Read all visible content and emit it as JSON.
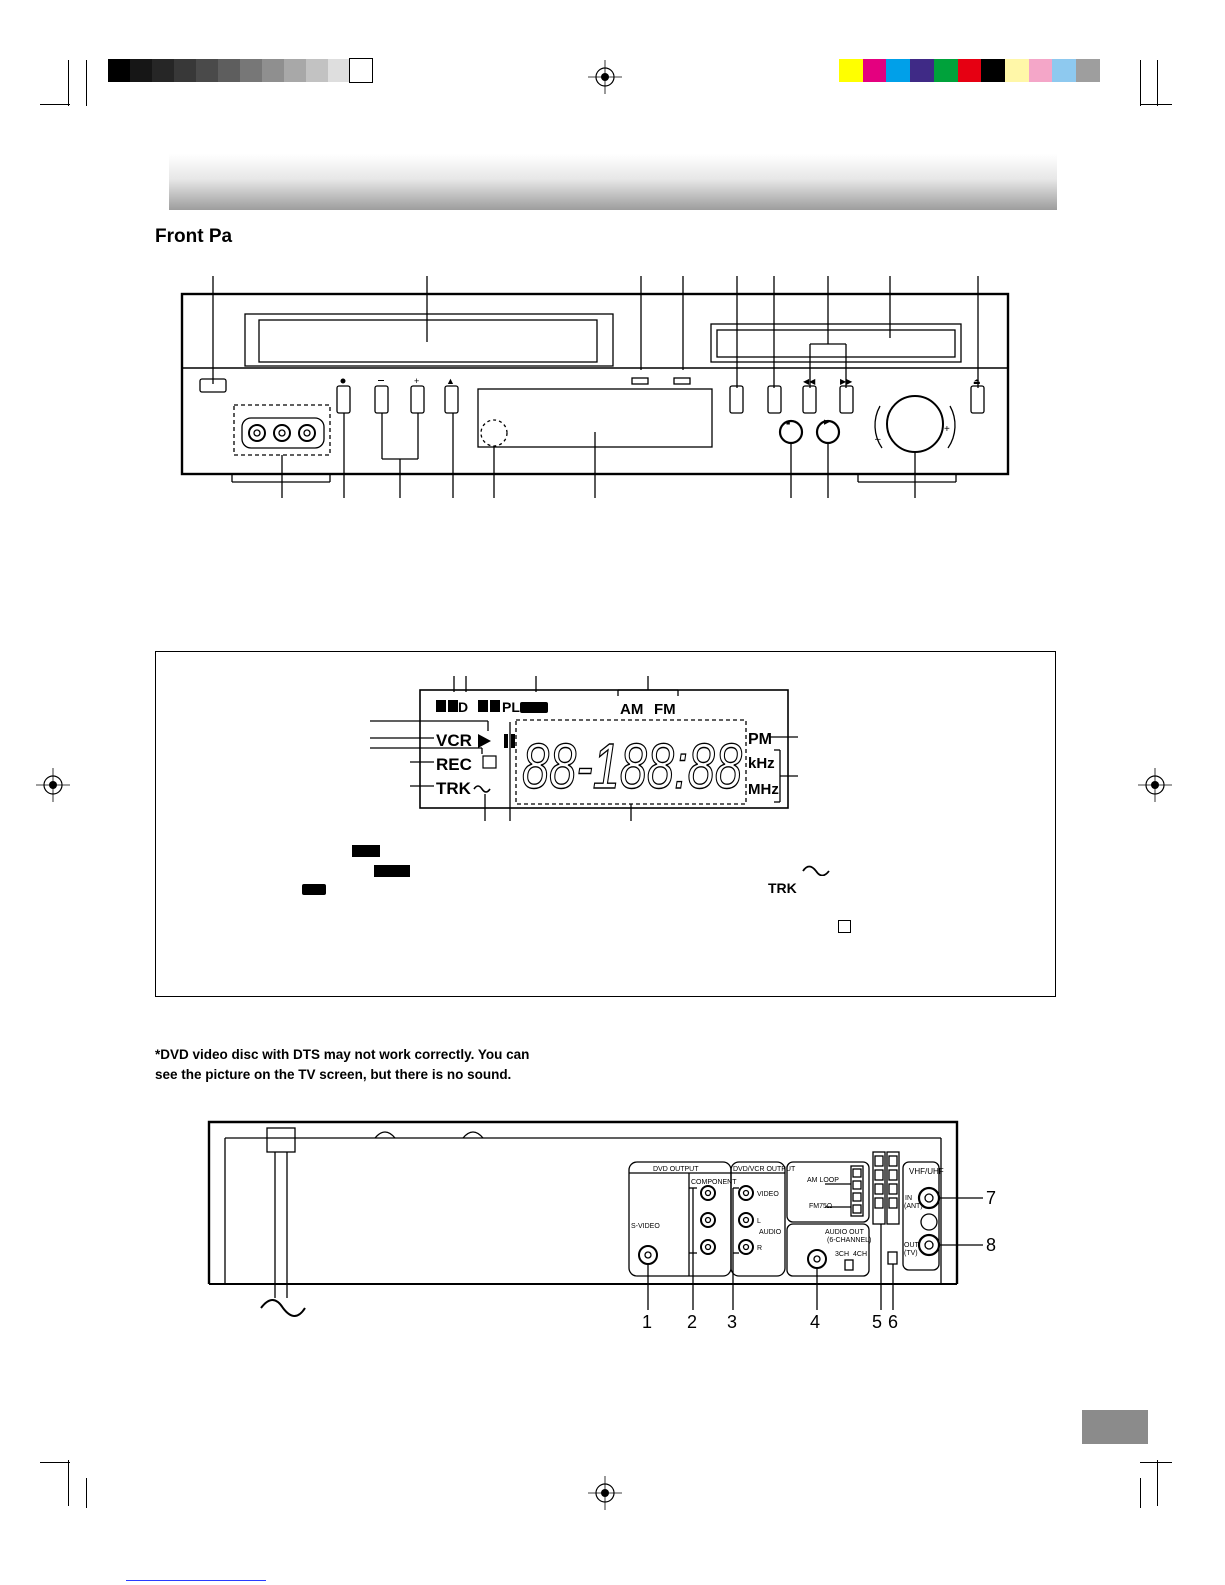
{
  "section": {
    "title": "Front Pa"
  },
  "footnote": {
    "line1": "*DVD video disc with DTS may not work correctly. You can",
    "line2": "see the picture on the TV screen, but there is no sound."
  },
  "display": {
    "vcr": "VCR",
    "rec": "REC",
    "trk": "TRK",
    "am": "AM",
    "fm": "FM",
    "pm": "PM",
    "khz": "kHz",
    "mhz": "MHz",
    "pl": "PL",
    "digits": "88-188:88",
    "legend_trk": "TRK"
  },
  "rear": {
    "callouts": [
      "1",
      "2",
      "3",
      "4",
      "5",
      "6",
      "7",
      "8"
    ],
    "dvd_output": "DVD OUTPUT",
    "component": "COMPONENT",
    "dvdvcr_output": "DVD/VCR OUTPUT",
    "video": "VIDEO",
    "audio_l": "L",
    "audio": "AUDIO",
    "audio_r": "R",
    "s_video": "S-VIDEO",
    "am_loop": "AM LOOP",
    "fm75": "FM75Ω",
    "audio_out": "AUDIO OUT",
    "six_channel": "(6-CHANNEL)",
    "ch3": "3CH",
    "ch4": "4CH",
    "vhf_uhf": "VHF/UHF",
    "in": "IN",
    "ant": "(ANT)",
    "out": "OUT",
    "tv": "(TV)"
  },
  "colors": {
    "gray_scale": [
      "#000000",
      "#161616",
      "#262626",
      "#383838",
      "#4a4a4a",
      "#5e5e5e",
      "#777777",
      "#8f8f8f",
      "#a8a8a8",
      "#c2c2c2",
      "#dedede",
      "#ffffff"
    ],
    "color_bar": [
      "#ffff00",
      "#e4007f",
      "#00a0e9",
      "#3f2a86",
      "#00a23b",
      "#e60012",
      "#000000",
      "#fff7a8",
      "#f4a6c8",
      "#8ec9ef",
      "#9e9e9e"
    ],
    "tab": "#8b8b8b"
  }
}
